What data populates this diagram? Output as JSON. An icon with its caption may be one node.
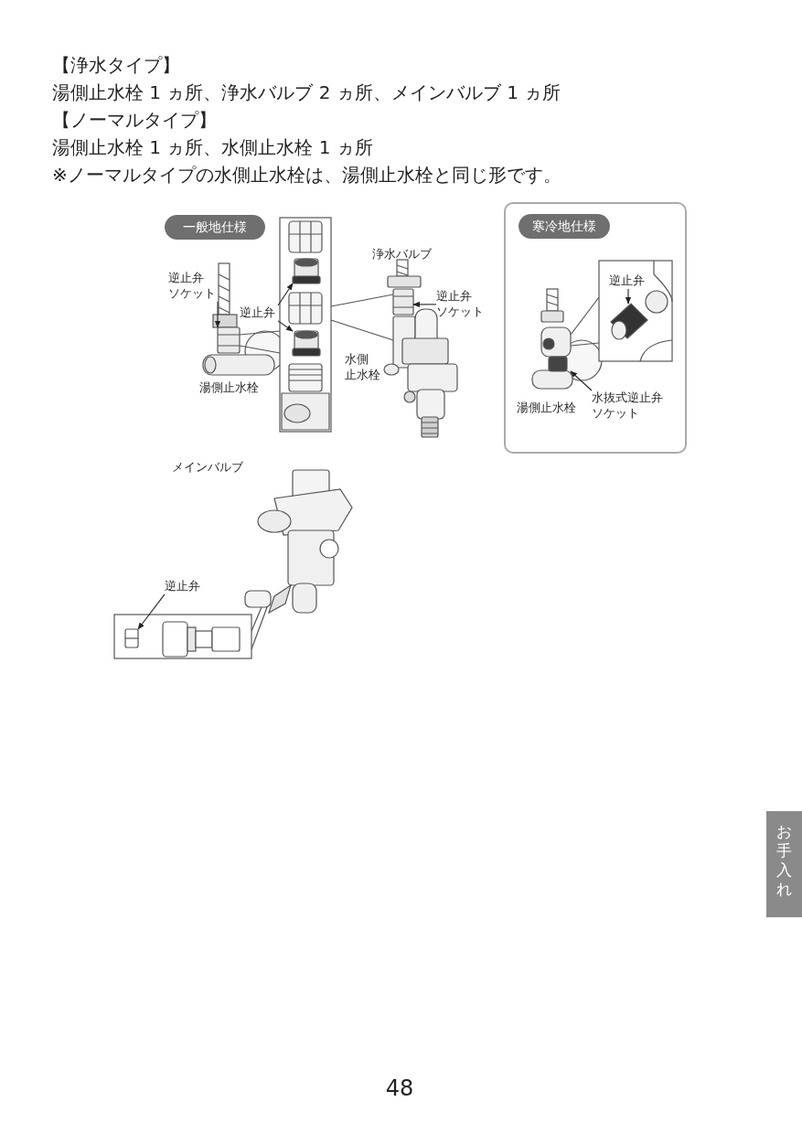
{
  "diagram": {
    "nodes": [
      {
        "text": [
          "一般地仕様"
        ]
      },
      {
        "text": [
          "逆止弁ソケット"
        ]
      },
      {
        "text": [
          "逆止弁"
        ]
      },
      {
        "text": [
          "逆止弁ソケット"
        ]
      },
      {
        "text": [],
        "shape": "box"
      },
      {
        "text": [
          "寒冷地仕様"
        ],
        "in": 4
      },
      {
        "text": [
          "逆止弁"
        ],
        "in": 4
      },
      {
        "text": [
          "水抜式逆止弁ソケット"
        ],
        "in": 4
      },
      {
        "text": [
          "逆止弁"
        ]
      },
      {
        "text": [
          "お手入れ"
        ]
      },
      {
        "text": [],
        "shape": "cylinder"
      },
      {
        "text": [],
        "shape": "cylinder"
      },
      {
        "text": [],
        "shape": "cylinder"
      },
      {
        "text": [],
        "shape": "cylinder"
      },
      {
        "text": [],
        "shape": "cylinder",
        "in": 4
      },
      {
        "text": [],
        "shape": "cylinder",
        "in": 4
      },
      {
        "text": [],
        "shape": "cylinder"
      }
    ],
    "edges": [
      {
        "from": 1,
        "to": 10,
        "arrow": "to"
      },
      {
        "from": 2,
        "to": 11,
        "arrow": "to"
      },
      {
        "from": 2,
        "to": 12,
        "arrow": "to"
      },
      {
        "from": 3,
        "to": 13,
        "arrow": "to"
      },
      {
        "from": 6,
        "to": 14,
        "arrow": "to"
      },
      {
        "from": 7,
        "to": 15,
        "arrow": "to"
      },
      {
        "from": 8,
        "to": 16,
        "arrow": "to"
      }
    ],
    "labels": [
      "【浄水タイプ】",
      "湯側止水栓 1 ヵ所、浄水バルブ 2 ヵ所、メインバルブ 1 ヵ所",
      "【ノーマルタイプ】",
      "湯側止水栓 1 ヵ所、水側止水栓 1 ヵ所",
      "※ノーマルタイプの水側止水栓は、湯側止水栓と同じ形です。",
      "浄水バルブ",
      "湯側止水栓",
      "水側止水栓",
      "湯側止水栓",
      "メインバルブ",
      "48"
    ]
  }
}
